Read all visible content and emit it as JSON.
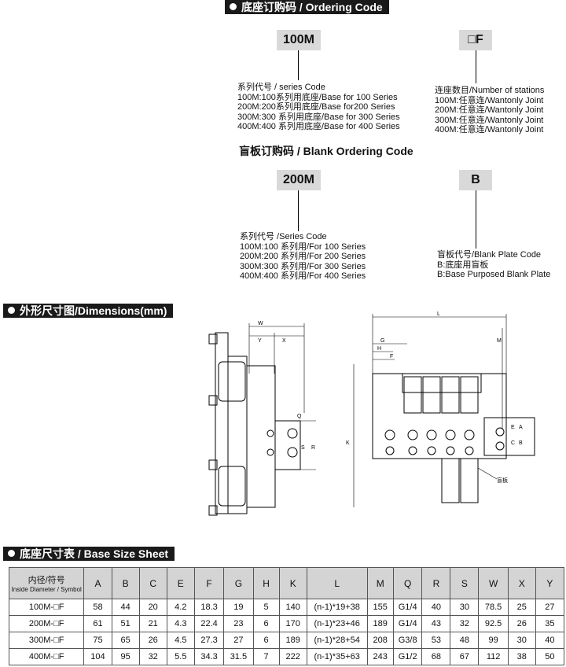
{
  "ordering": {
    "title": "底座订购码 / Ordering Code",
    "code1": "100M",
    "code2": "□F",
    "series_lines": [
      "系列代号 / series Code",
      "100M:100系列用底座/Base for 100 Series",
      "200M:200系列用底座/Base for200 Series",
      "300M:300 系列用底座/Base for 300 Series",
      "400M:400 系列用底座/Base for 400 Series"
    ],
    "stations_lines": [
      "连座数目/Number of stations",
      "100M:任意连/Wantonly Joint",
      "200M:任意连/Wantonly Joint",
      "300M:任意连/Wantonly Joint",
      "400M:任意连/Wantonly Joint"
    ]
  },
  "blank": {
    "title": "盲板订购码 / Blank Ordering Code",
    "code1": "200M",
    "code2": "B",
    "series_lines": [
      "系列代号 /Series Code",
      "100M:100 系列用/For 100 Series",
      "200M:200 系列用/For 200 Series",
      "300M:300 系列用/For 300 Series",
      "400M:400 系列用/For 400 Series"
    ],
    "plate_lines": [
      "盲板代号/Blank Plate Code",
      "B:底座用盲板",
      "B:Base Purposed Blank Plate"
    ]
  },
  "dimensions": {
    "title": "外形尺寸图/Dimensions(mm)",
    "left_labels": [
      "W",
      "Y",
      "X",
      "Q",
      "S",
      "R"
    ],
    "right_labels": [
      "L",
      "G",
      "H",
      "F",
      "M",
      "K",
      "E",
      "A",
      "C",
      "B"
    ],
    "blank_plate_label": "盲板"
  },
  "sheet": {
    "title": "底座尺寸表 / Base Size Sheet",
    "symbol_header_cn": "内径/符号",
    "symbol_header_en": "Inside Diameter / Symbol",
    "columns": [
      "A",
      "B",
      "C",
      "E",
      "F",
      "G",
      "H",
      "K",
      "L",
      "M",
      "Q",
      "R",
      "S",
      "W",
      "X",
      "Y"
    ],
    "rows": [
      {
        "name": "100M-□F",
        "values": [
          "58",
          "44",
          "20",
          "4.2",
          "18.3",
          "19",
          "5",
          "140",
          "(n-1)*19+38",
          "155",
          "G1/4",
          "40",
          "30",
          "78.5",
          "25",
          "27"
        ]
      },
      {
        "name": "200M-□F",
        "values": [
          "61",
          "51",
          "21",
          "4.3",
          "22.4",
          "23",
          "6",
          "170",
          "(n-1)*23+46",
          "189",
          "G1/4",
          "43",
          "32",
          "92.5",
          "26",
          "35"
        ]
      },
      {
        "name": "300M-□F",
        "values": [
          "75",
          "65",
          "26",
          "4.5",
          "27.3",
          "27",
          "6",
          "189",
          "(n-1)*28+54",
          "208",
          "G3/8",
          "53",
          "48",
          "99",
          "30",
          "40"
        ]
      },
      {
        "name": "400M-□F",
        "values": [
          "104",
          "95",
          "32",
          "5.5",
          "34.3",
          "31.5",
          "7",
          "222",
          "(n-1)*35+63",
          "243",
          "G1/2",
          "68",
          "67",
          "112",
          "38",
          "50"
        ]
      }
    ]
  }
}
